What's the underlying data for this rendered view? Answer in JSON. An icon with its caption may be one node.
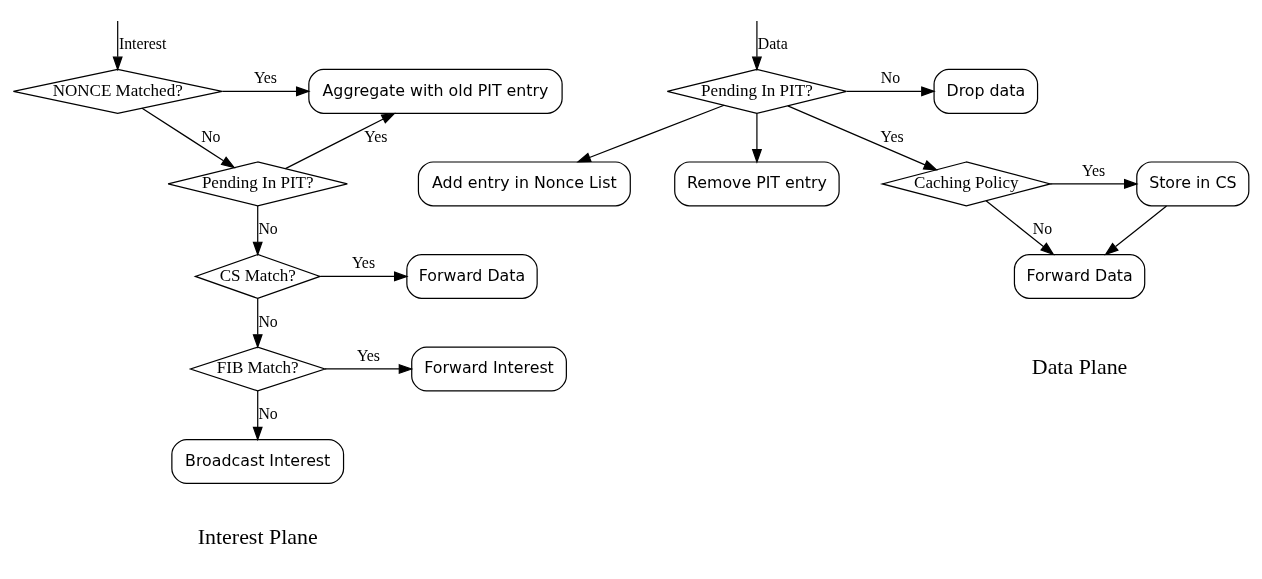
{
  "diagram": {
    "nodes": [
      {
        "text": [
          "NONCE Matched?"
        ]
      },
      {
        "text": [
          "Aggregate with old PIT entry"
        ]
      },
      {
        "text": [
          "Pending In PIT?"
        ]
      },
      {
        "text": [
          "CS Match?"
        ]
      },
      {
        "text": [
          "Forward Data"
        ]
      },
      {
        "text": [
          "FIB Match?"
        ]
      },
      {
        "text": [
          "Forward Interest"
        ]
      },
      {
        "text": [
          "Broadcast Interest"
        ]
      },
      {
        "text": [
          "Pending In PIT?"
        ]
      },
      {
        "text": [
          "Drop data"
        ]
      },
      {
        "text": [
          "Add entry in Nonce List"
        ]
      },
      {
        "text": [
          "Remove PIT entry"
        ]
      },
      {
        "text": [
          "Caching Policy"
        ]
      },
      {
        "text": [
          "Store in CS"
        ]
      },
      {
        "text": [
          "Forward Data"
        ]
      }
    ],
    "edges": [
      {
        "from": null,
        "to": 0,
        "arrow": "to",
        "label": "Interest"
      },
      {
        "from": 0,
        "to": 1,
        "arrow": "to",
        "label": "Yes"
      },
      {
        "from": 0,
        "to": 2,
        "arrow": "to",
        "label": "No"
      },
      {
        "from": 2,
        "to": 1,
        "arrow": "to",
        "label": "Yes"
      },
      {
        "from": 2,
        "to": 3,
        "arrow": "to",
        "label": "No"
      },
      {
        "from": 3,
        "to": 4,
        "arrow": "to",
        "label": "Yes"
      },
      {
        "from": 3,
        "to": 5,
        "arrow": "to",
        "label": "No"
      },
      {
        "from": 5,
        "to": 6,
        "arrow": "to",
        "label": "Yes"
      },
      {
        "from": 5,
        "to": 7,
        "arrow": "to",
        "label": "No"
      },
      {
        "from": null,
        "to": 8,
        "arrow": "to",
        "label": "Data"
      },
      {
        "from": 8,
        "to": 9,
        "arrow": "to",
        "label": "No"
      },
      {
        "from": 8,
        "to": 10,
        "arrow": "to"
      },
      {
        "from": 8,
        "to": 11,
        "arrow": "to"
      },
      {
        "from": 8,
        "to": 12,
        "arrow": "to",
        "label": "Yes"
      },
      {
        "from": 12,
        "to": 13,
        "arrow": "to",
        "label": "Yes"
      },
      {
        "from": 12,
        "to": 14,
        "arrow": "to",
        "label": "No"
      },
      {
        "from": 13,
        "to": 14,
        "arrow": "to"
      }
    ],
    "labels": [
      "Interest Plane",
      "Data Plane"
    ]
  }
}
